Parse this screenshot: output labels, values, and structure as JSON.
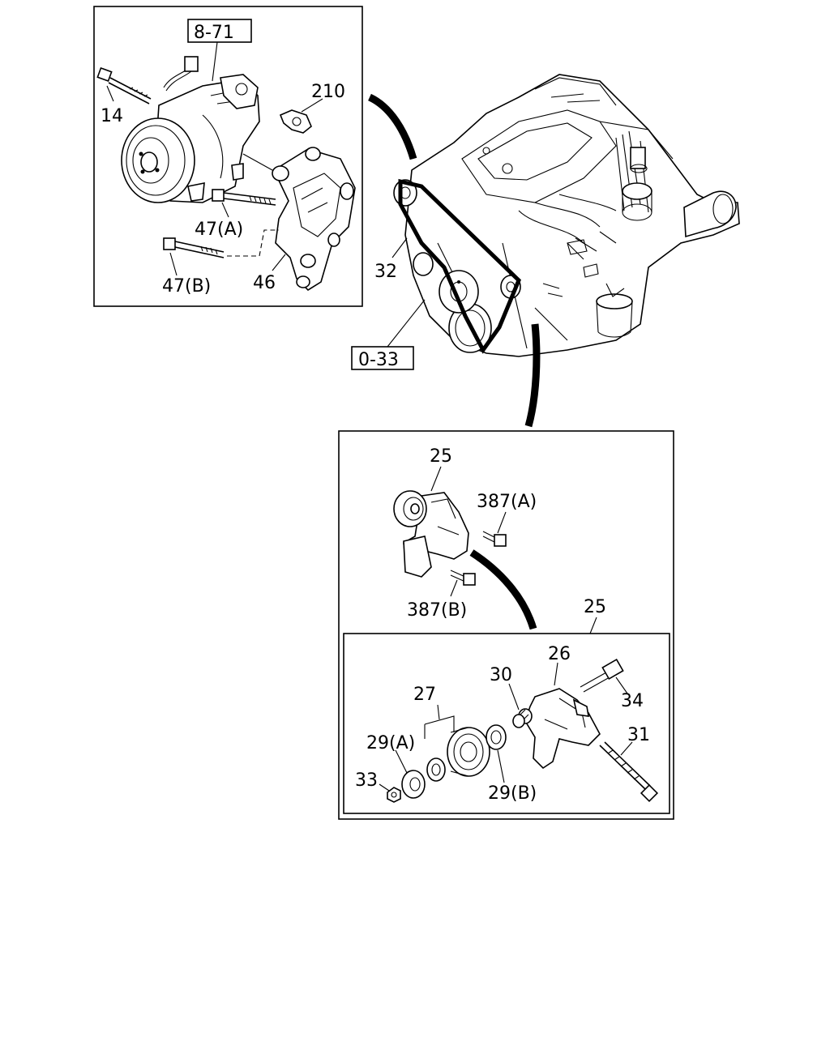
{
  "callouts": {
    "ref_8_71": "8-71",
    "ref_0_33": "0-33",
    "p14": "14",
    "p210": "210",
    "p47a": "47(A)",
    "p47b": "47(B)",
    "p46": "46",
    "p32": "32",
    "p25_top": "25",
    "p387a": "387(A)",
    "p387b": "387(B)",
    "p25_detail": "25",
    "p26": "26",
    "p27": "27",
    "p30": "30",
    "p34": "34",
    "p31": "31",
    "p29a": "29(A)",
    "p29b": "29(B)",
    "p33": "33"
  }
}
